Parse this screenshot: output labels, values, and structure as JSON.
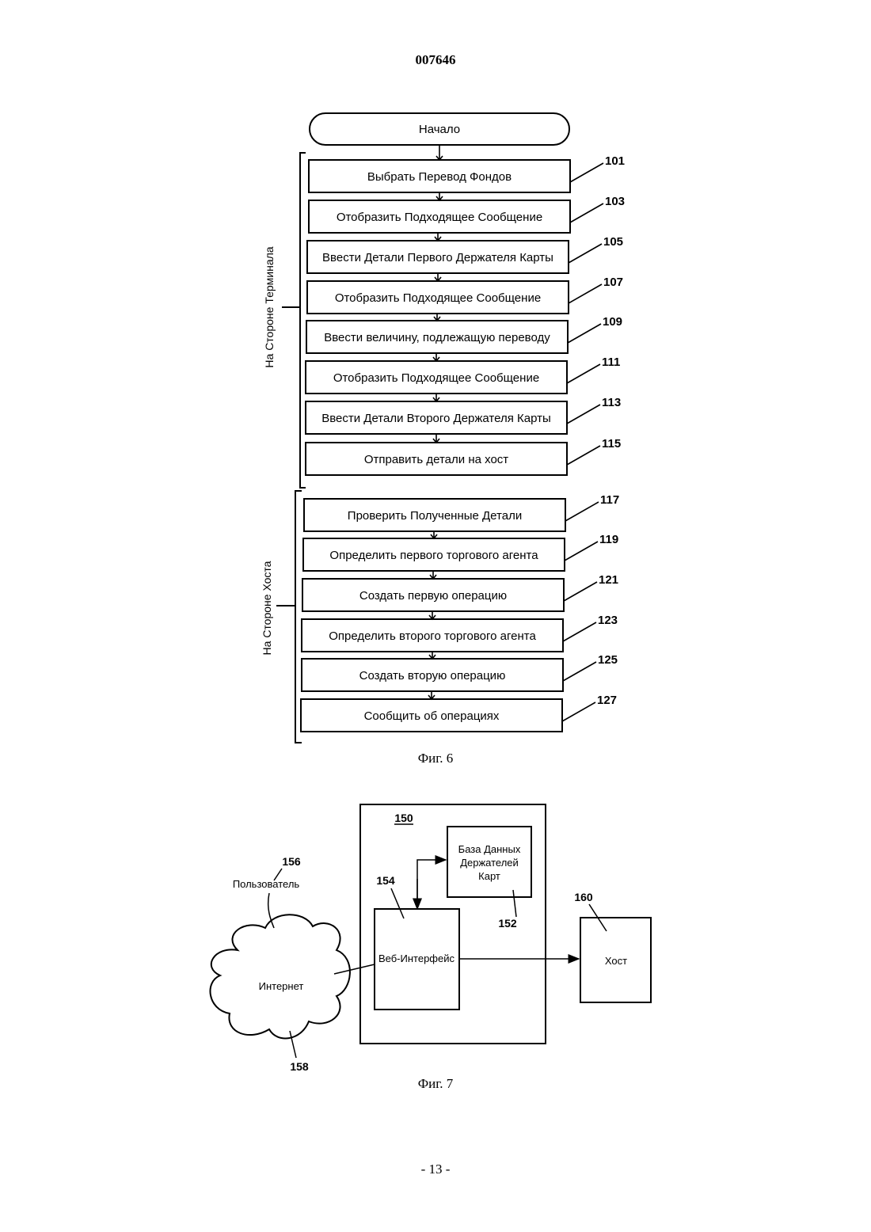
{
  "header": {
    "doc_number": "007646"
  },
  "fig6": {
    "start": "Начало",
    "steps": [
      {
        "label": "Выбрать Перевод Фондов",
        "ref": "101"
      },
      {
        "label": "Отобразить Подходящее Сообщение",
        "ref": "103"
      },
      {
        "label": "Ввести Детали Первого Держателя Карты",
        "ref": "105"
      },
      {
        "label": "Отобразить Подходящее Сообщение",
        "ref": "107"
      },
      {
        "label": "Ввести величину, подлежащую переводу",
        "ref": "109"
      },
      {
        "label": "Отобразить Подходящее Сообщение",
        "ref": "111"
      },
      {
        "label": "Ввести Детали Второго Держателя Карты",
        "ref": "113"
      },
      {
        "label": "Отправить детали на хост",
        "ref": "115"
      },
      {
        "label": "Проверить Полученные Детали",
        "ref": "117"
      },
      {
        "label": "Определить первого торгового агента",
        "ref": "119"
      },
      {
        "label": "Создать первую операцию",
        "ref": "121"
      },
      {
        "label": "Определить второго торгового агента",
        "ref": "123"
      },
      {
        "label": "Создать вторую операцию",
        "ref": "125"
      },
      {
        "label": "Сообщить об операциях",
        "ref": "127"
      }
    ],
    "terminal_side": "На Стороне Терминала",
    "host_side": "На Стороне Хоста",
    "caption": "Фиг. 6"
  },
  "fig7": {
    "system_ref": "150",
    "database": {
      "lines": [
        "База Данных",
        "Держателей",
        "Карт"
      ],
      "ref": "152"
    },
    "web_interface": {
      "label": "Веб-Интерфейс",
      "ref": "154"
    },
    "user": {
      "label": "Пользователь",
      "ref": "156"
    },
    "internet": {
      "label": "Интернет",
      "ref": "158"
    },
    "host": {
      "label": "Хост",
      "ref": "160"
    },
    "caption": "Фиг. 7"
  },
  "footer": {
    "page_number": "- 13 -"
  }
}
